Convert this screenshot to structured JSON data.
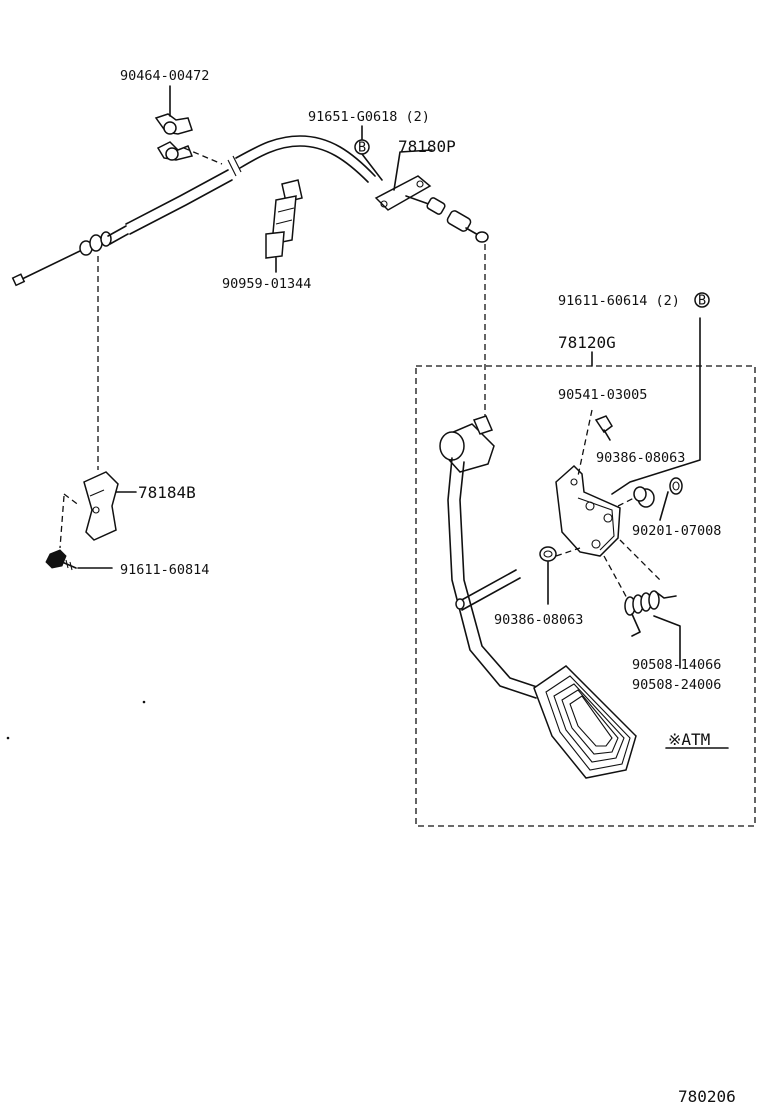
{
  "parts": {
    "clamp_top": "90464-00472",
    "bolt_b_top": "91651-G0618 (2)",
    "cable_assy": "78180P",
    "boot": "90959-01344",
    "bolt_b_right": "91611-60614 (2)",
    "pedal_assy": "78120G",
    "pin": "90541-03005",
    "bushing_upper": "90386-08063",
    "bracket": "78184B",
    "washer": "90201-07008",
    "bolt_bracket": "91611-60814",
    "bushing_lower": "90386-08063",
    "spring_1": "90508-14066",
    "spring_2": "90508-24006",
    "atm_note": "※ATM",
    "figure_no": "780206"
  },
  "markers": {
    "b_top": "B",
    "b_right": "B"
  }
}
